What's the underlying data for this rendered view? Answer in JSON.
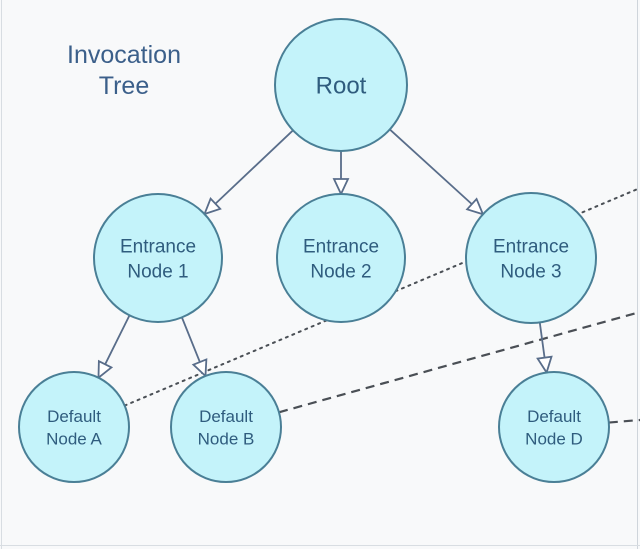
{
  "title": "Invocation Tree",
  "colors": {
    "node_fill": "#c4f3fa",
    "node_stroke": "#4a7f96",
    "text": "#2f5c7e",
    "title_text": "#3b5f8a",
    "arrow": "#596d8a",
    "link_line": "#4a4f55",
    "background": "#f8f9fa"
  },
  "nodes": [
    {
      "id": "root",
      "lines": [
        "Root"
      ]
    },
    {
      "id": "entrance-1",
      "lines": [
        "Entrance",
        "Node 1"
      ]
    },
    {
      "id": "entrance-2",
      "lines": [
        "Entrance",
        "Node 2"
      ]
    },
    {
      "id": "entrance-3",
      "lines": [
        "Entrance",
        "Node 3"
      ]
    },
    {
      "id": "default-a",
      "lines": [
        "Default",
        "Node A"
      ]
    },
    {
      "id": "default-b",
      "lines": [
        "Default",
        "Node B"
      ]
    },
    {
      "id": "default-d",
      "lines": [
        "Default",
        "Node D"
      ]
    }
  ],
  "edges": [
    {
      "from": "root",
      "to": "entrance-1",
      "style": "arrow"
    },
    {
      "from": "root",
      "to": "entrance-2",
      "style": "arrow"
    },
    {
      "from": "root",
      "to": "entrance-3",
      "style": "arrow"
    },
    {
      "from": "entrance-1",
      "to": "default-a",
      "style": "arrow"
    },
    {
      "from": "entrance-1",
      "to": "default-b",
      "style": "arrow"
    },
    {
      "from": "entrance-3",
      "to": "default-d",
      "style": "arrow"
    }
  ],
  "external_links": [
    {
      "from": "default-a",
      "style": "dotted"
    },
    {
      "from": "default-b",
      "style": "dashed"
    },
    {
      "from": "default-d",
      "style": "dashed"
    }
  ]
}
